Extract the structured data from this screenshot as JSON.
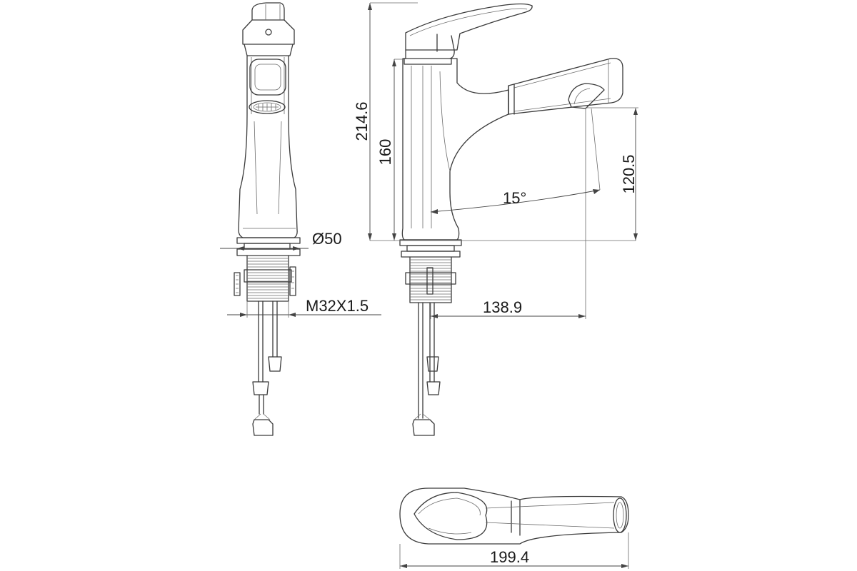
{
  "dimensions": {
    "total_height": "214.6",
    "body_height": "160",
    "spout_height": "120.5",
    "spout_angle": "15°",
    "base_diameter": "Ø50",
    "thread": "M32X1.5",
    "spout_reach": "138.9",
    "total_length": "199.4"
  }
}
